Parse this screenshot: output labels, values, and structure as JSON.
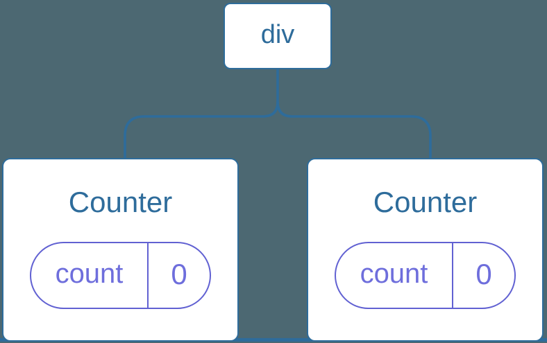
{
  "colors": {
    "bg": "#4C6872",
    "blue": "#2E6C9B",
    "purple": "#6161D2",
    "purple_text": "#6E6EDC",
    "card_bg": "#FFFFFF"
  },
  "tree": {
    "root": {
      "tag": "div"
    },
    "children": [
      {
        "component": "Counter",
        "state_key": "count",
        "state_value": "0"
      },
      {
        "component": "Counter",
        "state_key": "count",
        "state_value": "0"
      }
    ]
  }
}
